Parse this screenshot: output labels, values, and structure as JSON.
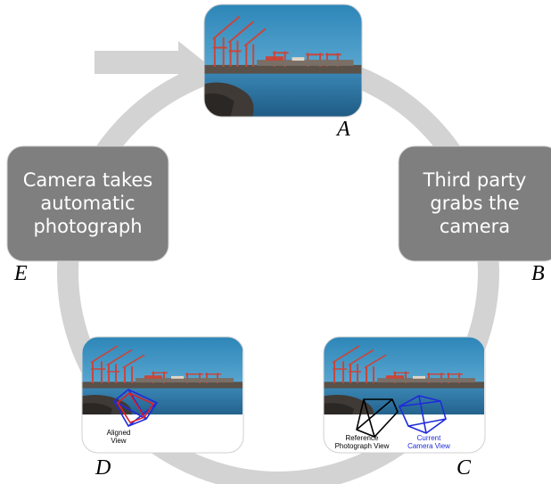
{
  "colors": {
    "ring": "#d3d3d3",
    "box_fill": "#7f7f7f",
    "text_on_box": "#ffffff",
    "reference_frustum": "#000000",
    "current_frustum": "#1f2bd8",
    "aligned_frustum_outer": "#1f2bd8",
    "aligned_frustum_inner": "#e0202a"
  },
  "icons": {
    "entry_arrow": "right-arrow-icon",
    "photo": "harbor-cranes-photo",
    "camera_frustum": "camera-frustum-icon"
  },
  "steps": {
    "A": {
      "letter": "A"
    },
    "B": {
      "letter": "B",
      "text_lines": [
        "Third party",
        "grabs the",
        "camera"
      ]
    },
    "C": {
      "letter": "C",
      "reference_label_lines": [
        "Reference",
        "Photograph View"
      ],
      "current_label_lines": [
        "Current",
        "Camera View"
      ]
    },
    "D": {
      "letter": "D",
      "aligned_label_lines": [
        "Aligned",
        "View"
      ]
    },
    "E": {
      "letter": "E",
      "text_lines": [
        "Camera takes",
        "automatic",
        "photograph"
      ]
    }
  }
}
